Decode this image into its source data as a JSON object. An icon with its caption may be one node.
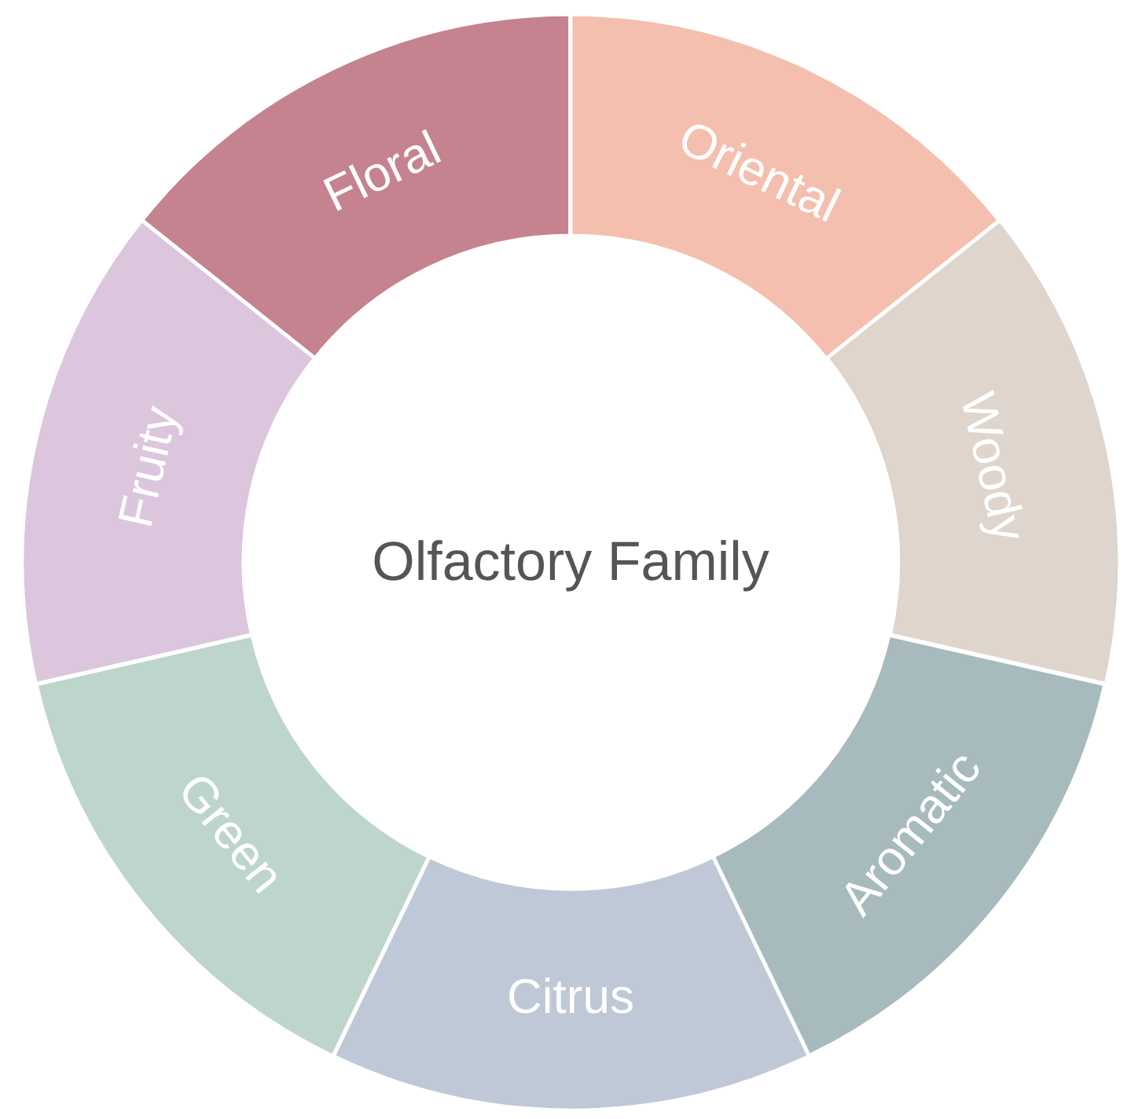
{
  "diagram": {
    "nodes": [
      {
        "text": [
          "Olfactory Family"
        ]
      },
      {
        "text": [
          "Floral"
        ]
      },
      {
        "text": [
          "Oriental"
        ]
      },
      {
        "text": [
          "Woody"
        ]
      },
      {
        "text": [
          "Aromatic"
        ]
      },
      {
        "text": [
          "Citrus"
        ]
      },
      {
        "text": [
          "Green"
        ]
      },
      {
        "text": [
          "Fruity"
        ]
      }
    ]
  }
}
